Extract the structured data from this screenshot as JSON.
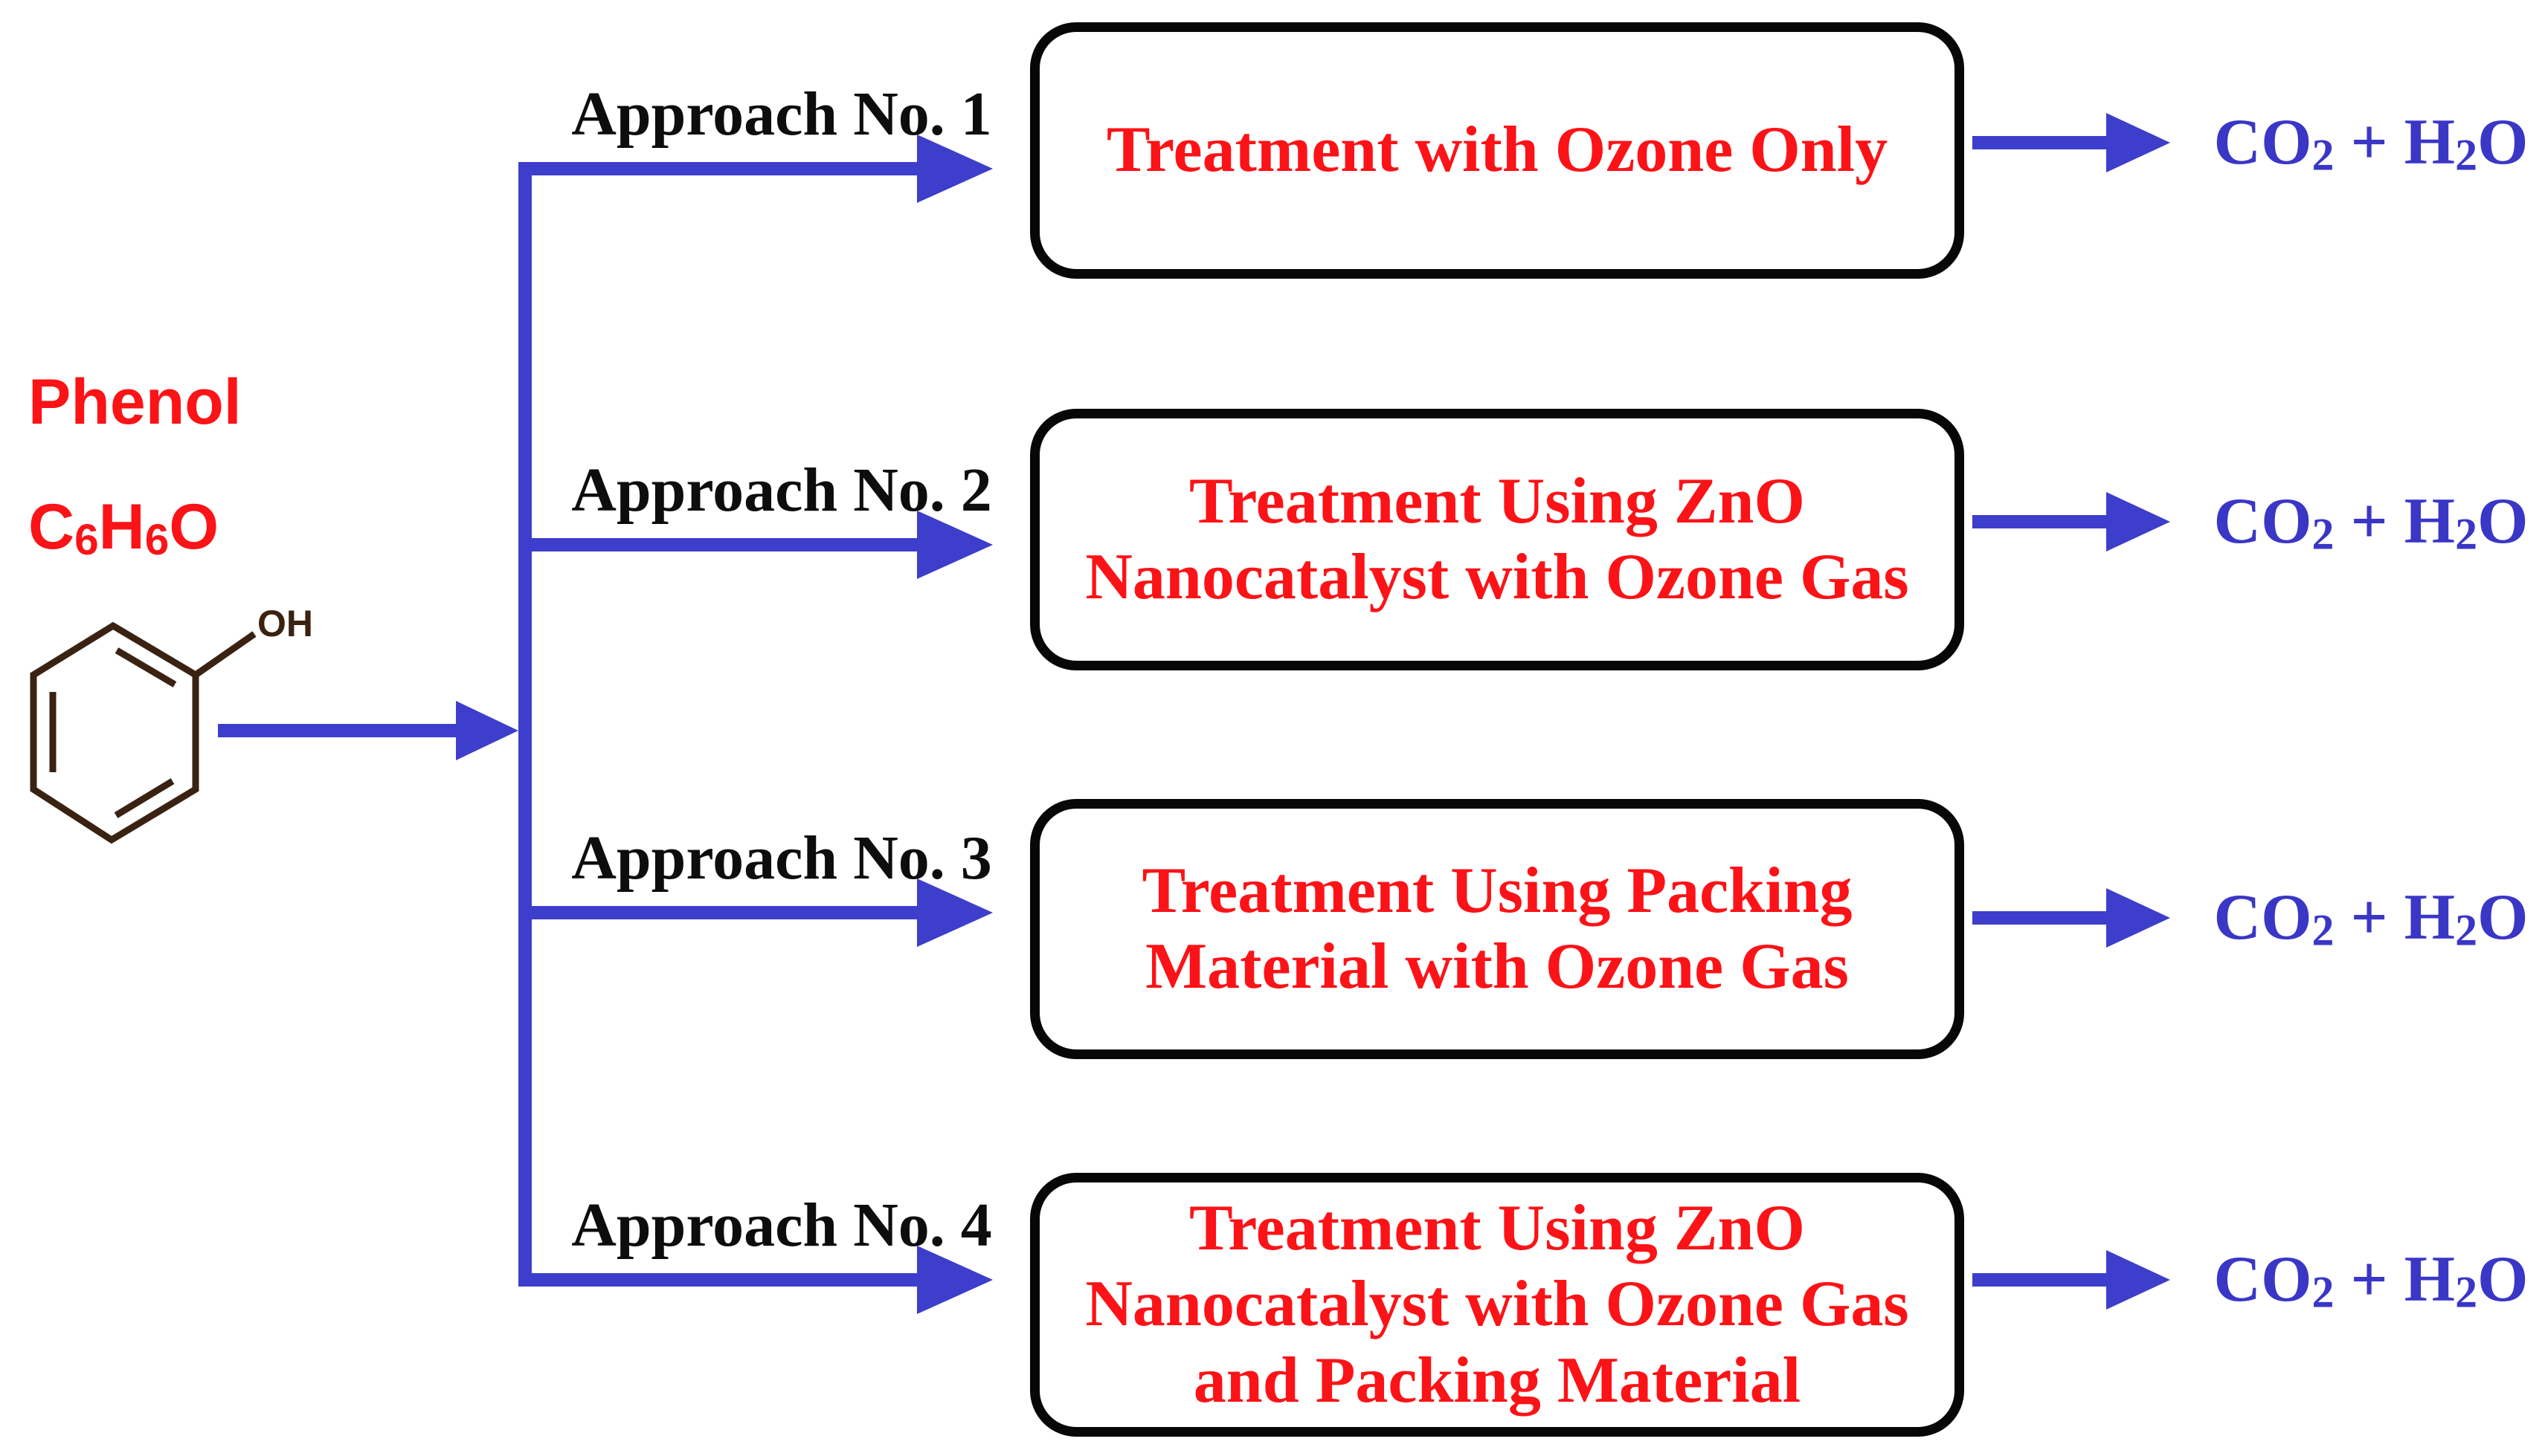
{
  "molecule": {
    "name": "Phenol",
    "formula": {
      "p1": "C",
      "s1": "6",
      "p2": "H",
      "s2": "6",
      "p3": "O"
    },
    "oh_label": "OH"
  },
  "approaches": [
    {
      "label": "Approach No. 1",
      "box": "Treatment with Ozone Only"
    },
    {
      "label": "Approach No. 2",
      "box": "Treatment Using ZnO\nNanocatalyst with Ozone Gas"
    },
    {
      "label": "Approach No. 3",
      "box": "Treatment Using Packing\nMaterial with Ozone Gas"
    },
    {
      "label": "Approach No. 4",
      "box": "Treatment Using ZnO\nNanocatalyst with Ozone Gas\nand Packing Material"
    }
  ],
  "output_label": {
    "p1": "CO",
    "s1": "2",
    "p2": " + H",
    "s2": "2",
    "p3": "O"
  },
  "colors": {
    "red": "#fb1317",
    "blue": "#3d3ecb",
    "blue-text": "#3a36c6",
    "ink": "#0d0d0d",
    "brown": "#3a2212"
  }
}
